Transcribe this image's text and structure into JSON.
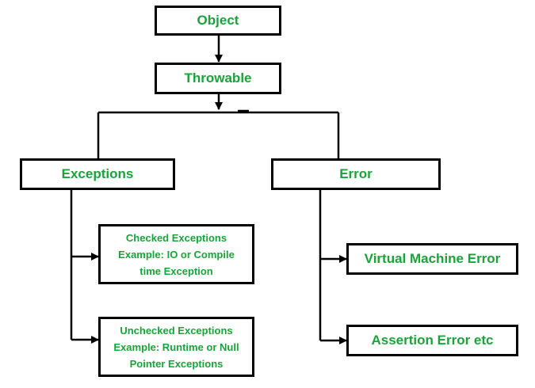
{
  "colors": {
    "text": "#1aa33a",
    "border": "#000000",
    "background": "#ffffff"
  },
  "nodes": {
    "object": "Object",
    "throwable": "Throwable",
    "exceptions": "Exceptions",
    "error": "Error",
    "checked": {
      "line1": "Checked Exceptions",
      "line2": "Example: IO or Compile",
      "line3": "time Exception"
    },
    "unchecked": {
      "line1": "Unchecked Exceptions",
      "line2": "Example: Runtime or Null",
      "line3": "Pointer Exceptions"
    },
    "vm_error": "Virtual Machine Error",
    "assertion_error": "Assertion Error etc"
  },
  "edges": [
    {
      "from": "object",
      "to": "throwable"
    },
    {
      "from": "throwable",
      "to": "exceptions"
    },
    {
      "from": "throwable",
      "to": "error"
    },
    {
      "from": "exceptions",
      "to": "checked"
    },
    {
      "from": "exceptions",
      "to": "unchecked"
    },
    {
      "from": "error",
      "to": "vm_error"
    },
    {
      "from": "error",
      "to": "assertion_error"
    }
  ]
}
